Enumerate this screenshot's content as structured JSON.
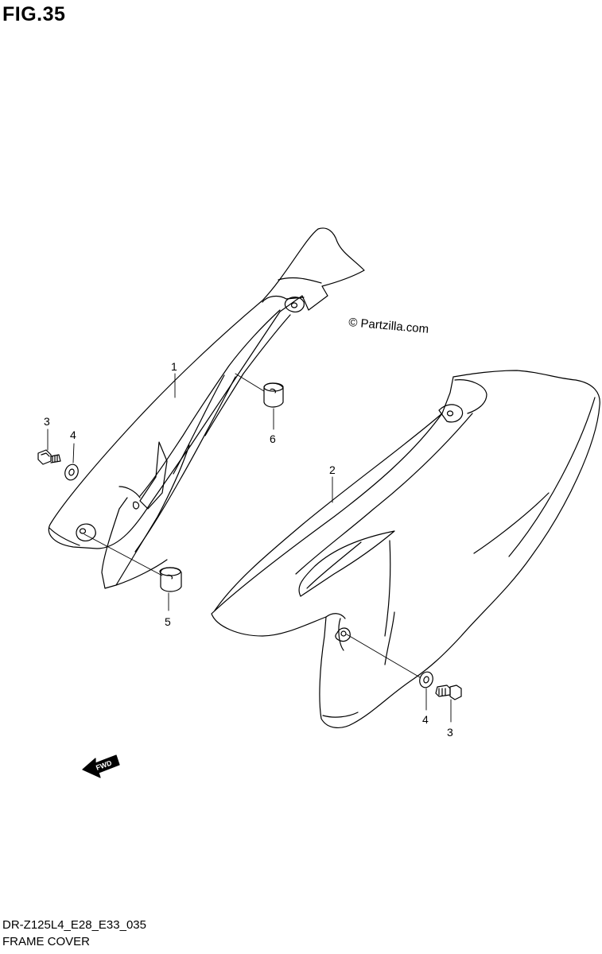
{
  "figure": {
    "title": "FIG.35"
  },
  "watermark": {
    "text": "© Partzilla.com"
  },
  "callouts": {
    "frame_cover_left": "1",
    "frame_cover_right": "2",
    "bolt_left": "3",
    "washer_left": "4",
    "cushion_lower": "5",
    "cushion_upper": "6",
    "washer_right": "4",
    "bolt_right": "3"
  },
  "fwd_arrow": {
    "label": "FWD"
  },
  "footer": {
    "model_code": "DR-Z125L4_E28_E33_035",
    "section_name": "FRAME COVER"
  },
  "colors": {
    "line": "#000000",
    "background": "#ffffff"
  }
}
